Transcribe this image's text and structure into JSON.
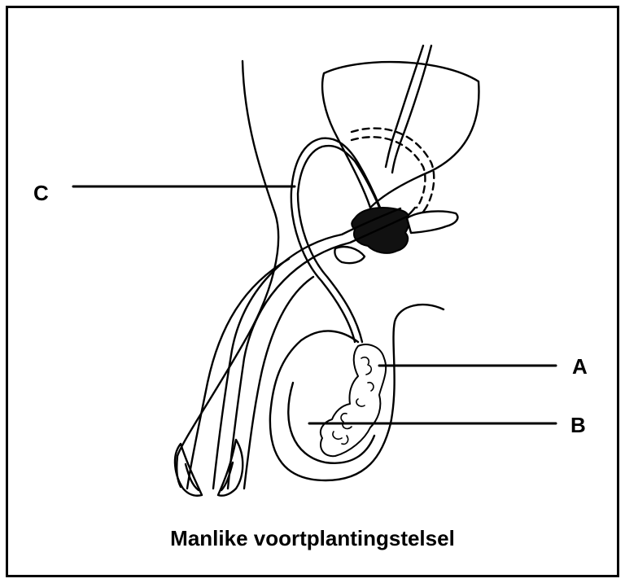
{
  "labels": {
    "a": "A",
    "b": "B",
    "c": "C"
  },
  "caption": "Manlike voortplantingstelsel",
  "colors": {
    "line": "#000000",
    "background": "#ffffff"
  }
}
